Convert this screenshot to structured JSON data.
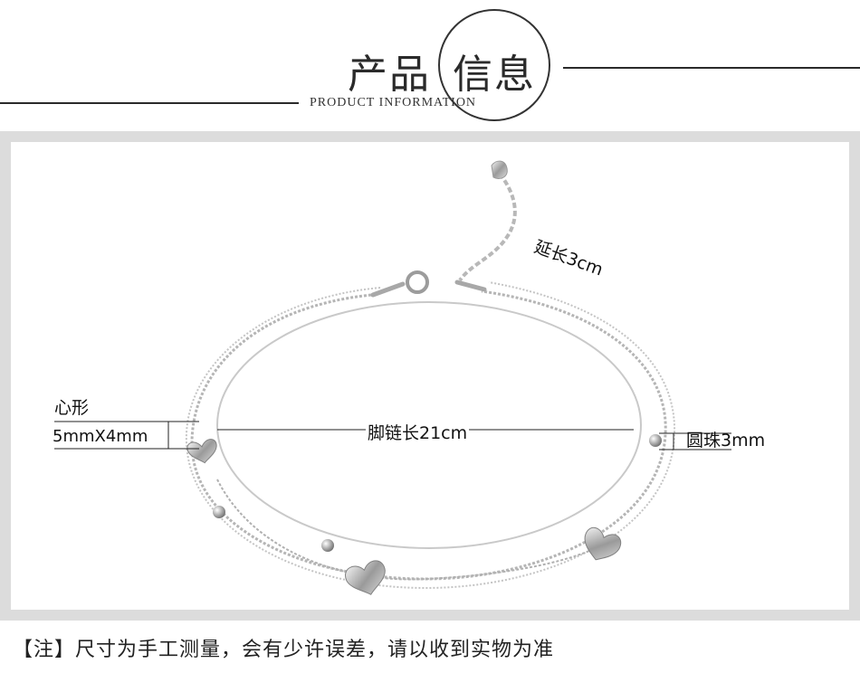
{
  "header": {
    "title_part1": "产品",
    "title_part2": "信息",
    "subtitle": "PRODUCT INFORMATION"
  },
  "annotations": {
    "extension": "延长3cm",
    "heart_label": "心形",
    "heart_size": "5mmX4mm",
    "anklet_length": "脚链长21cm",
    "bead_size": "圆珠3mm"
  },
  "footer": {
    "note": "【注】尺寸为手工测量，会有少许误差，请以收到实物为准"
  },
  "colors": {
    "frame_border": "#dcdcdc",
    "silver": "#bfbfbf",
    "text": "#222222"
  }
}
